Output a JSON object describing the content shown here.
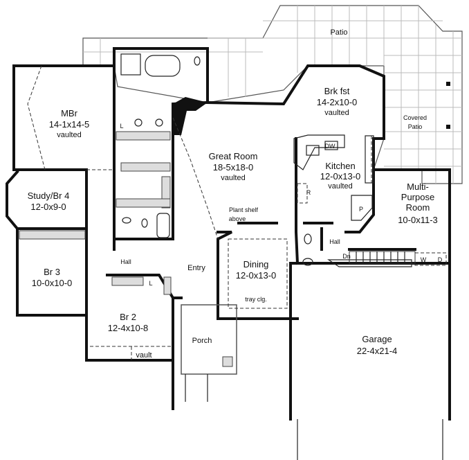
{
  "plan": {
    "rooms": {
      "patio": {
        "name": "Patio"
      },
      "covered_patio": {
        "line1": "Covered",
        "line2": "Patio"
      },
      "mbr": {
        "name": "MBr",
        "size": "14-1x14-5",
        "note": "vaulted"
      },
      "study": {
        "name": "Study/Br 4",
        "size": "12-0x9-0"
      },
      "br3": {
        "name": "Br 3",
        "size": "10-0x10-0"
      },
      "br2": {
        "name": "Br 2",
        "size": "12-4x10-8",
        "note": "vault"
      },
      "hall_left": {
        "name": "Hall"
      },
      "entry": {
        "name": "Entry"
      },
      "porch": {
        "name": "Porch"
      },
      "great_room": {
        "name": "Great Room",
        "size": "18-5x18-0",
        "note": "vaulted"
      },
      "plant_shelf": {
        "line1": "Plant shelf",
        "line2": "above"
      },
      "dining": {
        "name": "Dining",
        "size": "12-0x13-0",
        "note": "tray clg."
      },
      "brk_fst": {
        "name": "Brk fst",
        "size": "14-2x10-0",
        "note": "vaulted"
      },
      "kitchen": {
        "name": "Kitchen",
        "size": "12-0x13-0",
        "note": "vaulted"
      },
      "multi_purpose": {
        "line1": "Multi-",
        "line2": "Purpose",
        "line3": "Room",
        "size": "10-0x11-3"
      },
      "hall_right": {
        "name": "Hall"
      },
      "garage": {
        "name": "Garage",
        "size": "22-4x21-4"
      }
    },
    "fixtures": {
      "dishwasher": "DW",
      "refrigerator": "R",
      "pantry": "P",
      "stairs_down": "Dn",
      "washer": "W",
      "dryer": "D",
      "linen_1": "L",
      "linen_2": "L"
    }
  }
}
